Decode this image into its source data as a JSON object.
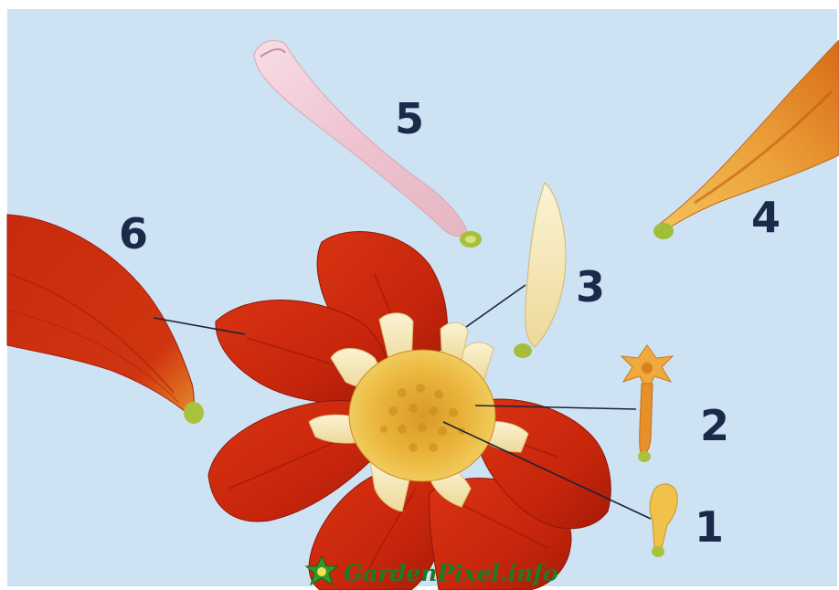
{
  "diagram": {
    "labels": [
      {
        "id": "1",
        "text": "1"
      },
      {
        "id": "2",
        "text": "2"
      },
      {
        "id": "3",
        "text": "3"
      },
      {
        "id": "4",
        "text": "4"
      },
      {
        "id": "5",
        "text": "5"
      },
      {
        "id": "6",
        "text": "6"
      }
    ]
  },
  "watermark": {
    "text": "GardenPixel.info"
  },
  "colors": {
    "background": "#cde2f2",
    "petal_red": "#c8260c",
    "petal_dark": "#8e1707",
    "center_yellow": "#e9b43a",
    "ligule_cream": "#f6ecc4",
    "tube_orange": "#e7902a",
    "label_navy": "#1b2a4a",
    "leader_line": "#1a2236",
    "watermark_green": "#1f7a26"
  },
  "icons": {
    "watermark_logo": "green-star-leaf-icon"
  }
}
